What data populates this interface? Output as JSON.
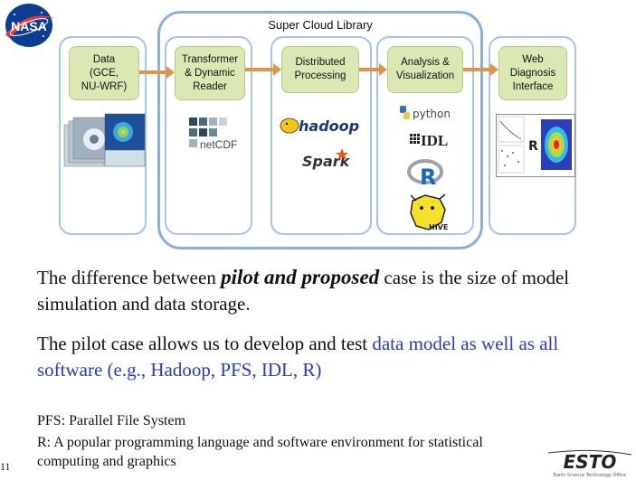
{
  "logo": {
    "text": "NASA"
  },
  "diagram": {
    "library_title": "Super Cloud Library",
    "boxes": [
      "Data\n(GCE,\nNU-WRF)",
      "Transformer\n& Dynamic\nReader",
      "Distributed\nProcessing",
      "Analysis &\nVisualization",
      "Web\nDiagnosis\nInterface"
    ],
    "logos": {
      "netcdf": "netCDF",
      "hadoop": "hadoop",
      "spark": "Spark",
      "python": "python",
      "idl": "IDL",
      "r": "R",
      "hive": "HIVE",
      "web_r": "R"
    }
  },
  "text": {
    "p1_a": "The difference between ",
    "p1_em": "pilot and proposed",
    "p1_b": " case is the size of model simulation and data storage.",
    "p2_a": "The pilot case allows us to develop and test ",
    "p2_blue": "data model as well as all software (e.g., Hadoop, PFS, IDL, R)",
    "fn1": "PFS: Parallel File System",
    "fn2": "R: A popular programming language and software  environment for statistical computing and graphics"
  },
  "page_number": "11",
  "footer_logo": {
    "text": "ESTO",
    "subtitle": "Earth Science Technology Office"
  },
  "colors": {
    "box_fill": "#dbe8b4",
    "column_border": "#a9c4e2",
    "library_border": "#8bb0d8",
    "arrow": "#e0944a",
    "link_blue": "#2b3fae"
  }
}
